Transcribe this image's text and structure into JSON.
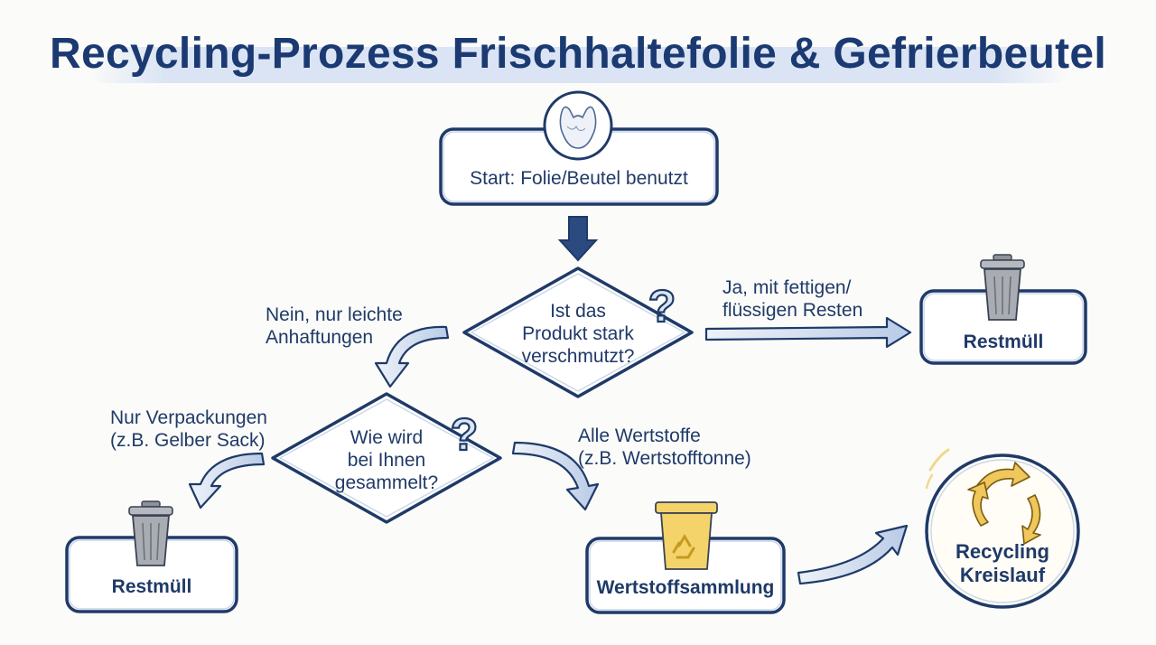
{
  "title": "Recycling-Prozess Frischhaltefolie & Gefrierbeutel",
  "nodes": {
    "start": {
      "label": "Start: Folie/Beutel benutzt",
      "icon": "plastic-bag-icon"
    },
    "decision_dirty": {
      "line1": "Ist das",
      "line2": "Produkt stark",
      "line3": "verschmutzt?",
      "icon": "question-mark-icon"
    },
    "restmuell_right": {
      "label": "Restmüll",
      "icon": "trash-can-icon"
    },
    "decision_collection": {
      "line1": "Wie wird",
      "line2": "bei Ihnen",
      "line3": "gesammelt?",
      "icon": "question-mark-icon"
    },
    "restmuell_left": {
      "label": "Restmüll",
      "icon": "trash-can-icon"
    },
    "wertstoff": {
      "label": "Wertstoffsammlung",
      "icon": "yellow-recycling-bin-icon"
    },
    "recycling": {
      "line1": "Recycling",
      "line2": "Kreislauf",
      "icon": "recycling-arrows-icon"
    }
  },
  "edges": {
    "yes_dirty": {
      "line1": "Ja, mit fettigen/",
      "line2": "flüssigen Resten"
    },
    "no_dirty": {
      "line1": "Nein, nur leichte",
      "line2": "Anhaftungen"
    },
    "packaging_only": {
      "line1": "Nur Verpackungen",
      "line2": "(z.B. Gelber Sack)"
    },
    "all_materials": {
      "line1": "Alle Wertstoffe",
      "line2": "(z.B. Wertstofftonne)"
    }
  },
  "colors": {
    "ink": "#1f3a68",
    "arrow_fill": "#cfdcef",
    "bin_yellow": "#f3d36a",
    "recycle_yellow": "#f0c75a",
    "trash_gray": "#a9adb3"
  }
}
